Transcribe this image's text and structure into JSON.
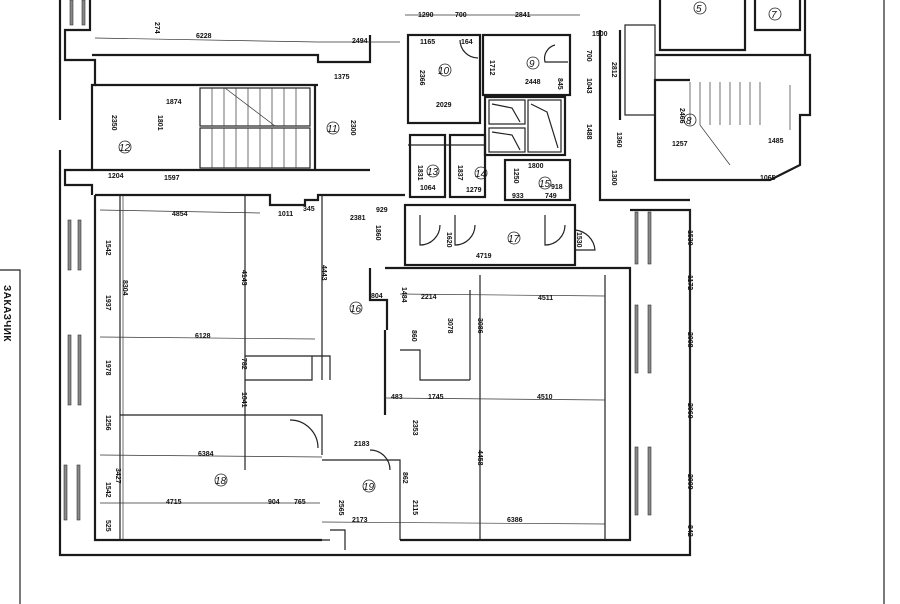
{
  "sidebar_label": "ЗАКАЗЧИК",
  "rooms": {
    "r5": "5",
    "r7": "7",
    "r8": "8",
    "r9": "9",
    "r10": "10",
    "r11": "11",
    "r12": "12",
    "r13": "13",
    "r14": "14",
    "r15": "15",
    "r16": "16",
    "r17": "17",
    "r18": "18",
    "r19": "19"
  },
  "dims": {
    "d6228": "6228",
    "d2494": "2494",
    "d1375": "1375",
    "d1290": "1290",
    "d700a": "700",
    "d2841": "2841",
    "d1165": "1165",
    "d164": "164",
    "d1712": "1712",
    "d2448": "2448",
    "d2029": "2029",
    "d2366": "2366",
    "d845": "845",
    "d700b": "700",
    "d1043": "1043",
    "d1488": "1488",
    "d1500": "1500",
    "d2812": "2812",
    "d1300": "1300",
    "d1360": "1360",
    "d1257": "1257",
    "d1485": "1485",
    "d1065": "1065",
    "d2466": "2466",
    "d1874": "1874",
    "d1801": "1801",
    "d2350": "2350",
    "d1204": "1204",
    "d1597": "1597",
    "d274": "274",
    "d2300": "2300",
    "d1800": "1800",
    "d1250": "1250",
    "d918": "918",
    "d933": "933",
    "d749": "749",
    "d1064": "1064",
    "d1279": "1279",
    "d1831": "1831",
    "d1837": "1837",
    "d4854": "4854",
    "d1011": "1011",
    "d345": "345",
    "d2381": "2381",
    "d929": "929",
    "d1860": "1860",
    "d4719": "4719",
    "d1620": "1620",
    "d1530a": "1530",
    "d8304": "8304",
    "d1542": "1542",
    "d1937": "1937",
    "d1978": "1978",
    "d6128": "6128",
    "d4143": "4143",
    "d4443": "4443",
    "d782": "782",
    "d1041": "1041",
    "d804": "804",
    "d1484": "1484",
    "d2214": "2214",
    "d4511": "4511",
    "d3078": "3078",
    "d3086": "3086",
    "d860": "860",
    "d483": "483",
    "d1745": "1745",
    "d4510": "4510",
    "d1530b": "1530",
    "d1172": "1172",
    "d2008": "2008",
    "d2060": "2060",
    "d2009": "2009",
    "d842": "842",
    "d6384": "6384",
    "d3427": "3427",
    "d4715": "4715",
    "d904": "904",
    "d765": "765",
    "d525": "525",
    "d1256": "1256",
    "d2183": "2183",
    "d2565": "2565",
    "d2173": "2173",
    "d862": "862",
    "d2115": "2115",
    "d2353": "2353",
    "d4458": "4458",
    "d6386": "6386"
  }
}
